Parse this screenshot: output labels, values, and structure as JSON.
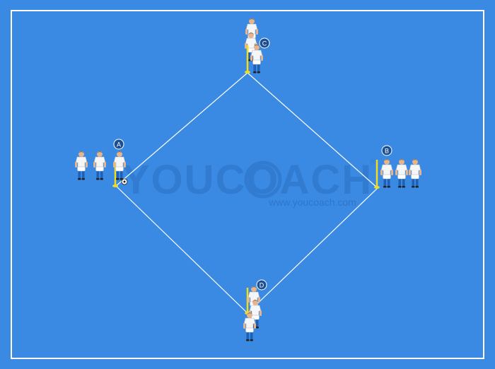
{
  "colors": {
    "pitch": "#3a8ae3",
    "lines": "#ffffff",
    "pole": "#f3dd1a",
    "shirt": "#f4f6f8",
    "shorts": "#ffffff",
    "socks": "#1f5fb4",
    "skin": "#e7b58d",
    "hair": "#2a1d14",
    "label_fill": "#1c4f92",
    "watermark": "#2b70c4"
  },
  "watermark": {
    "brand": "YouCoach",
    "url": "www.youcoach.com",
    "registered_mark": "®"
  },
  "stations": [
    {
      "id": "A",
      "label": "A",
      "players": 3,
      "has_ball": true
    },
    {
      "id": "B",
      "label": "B",
      "players": 3,
      "has_ball": false
    },
    {
      "id": "C",
      "label": "C",
      "players": 3,
      "has_ball": false
    },
    {
      "id": "D",
      "label": "D",
      "players": 3,
      "has_ball": false
    }
  ],
  "icons": {
    "cone": "pole-icon",
    "ball": "football-icon",
    "player": "player-figure-icon"
  }
}
